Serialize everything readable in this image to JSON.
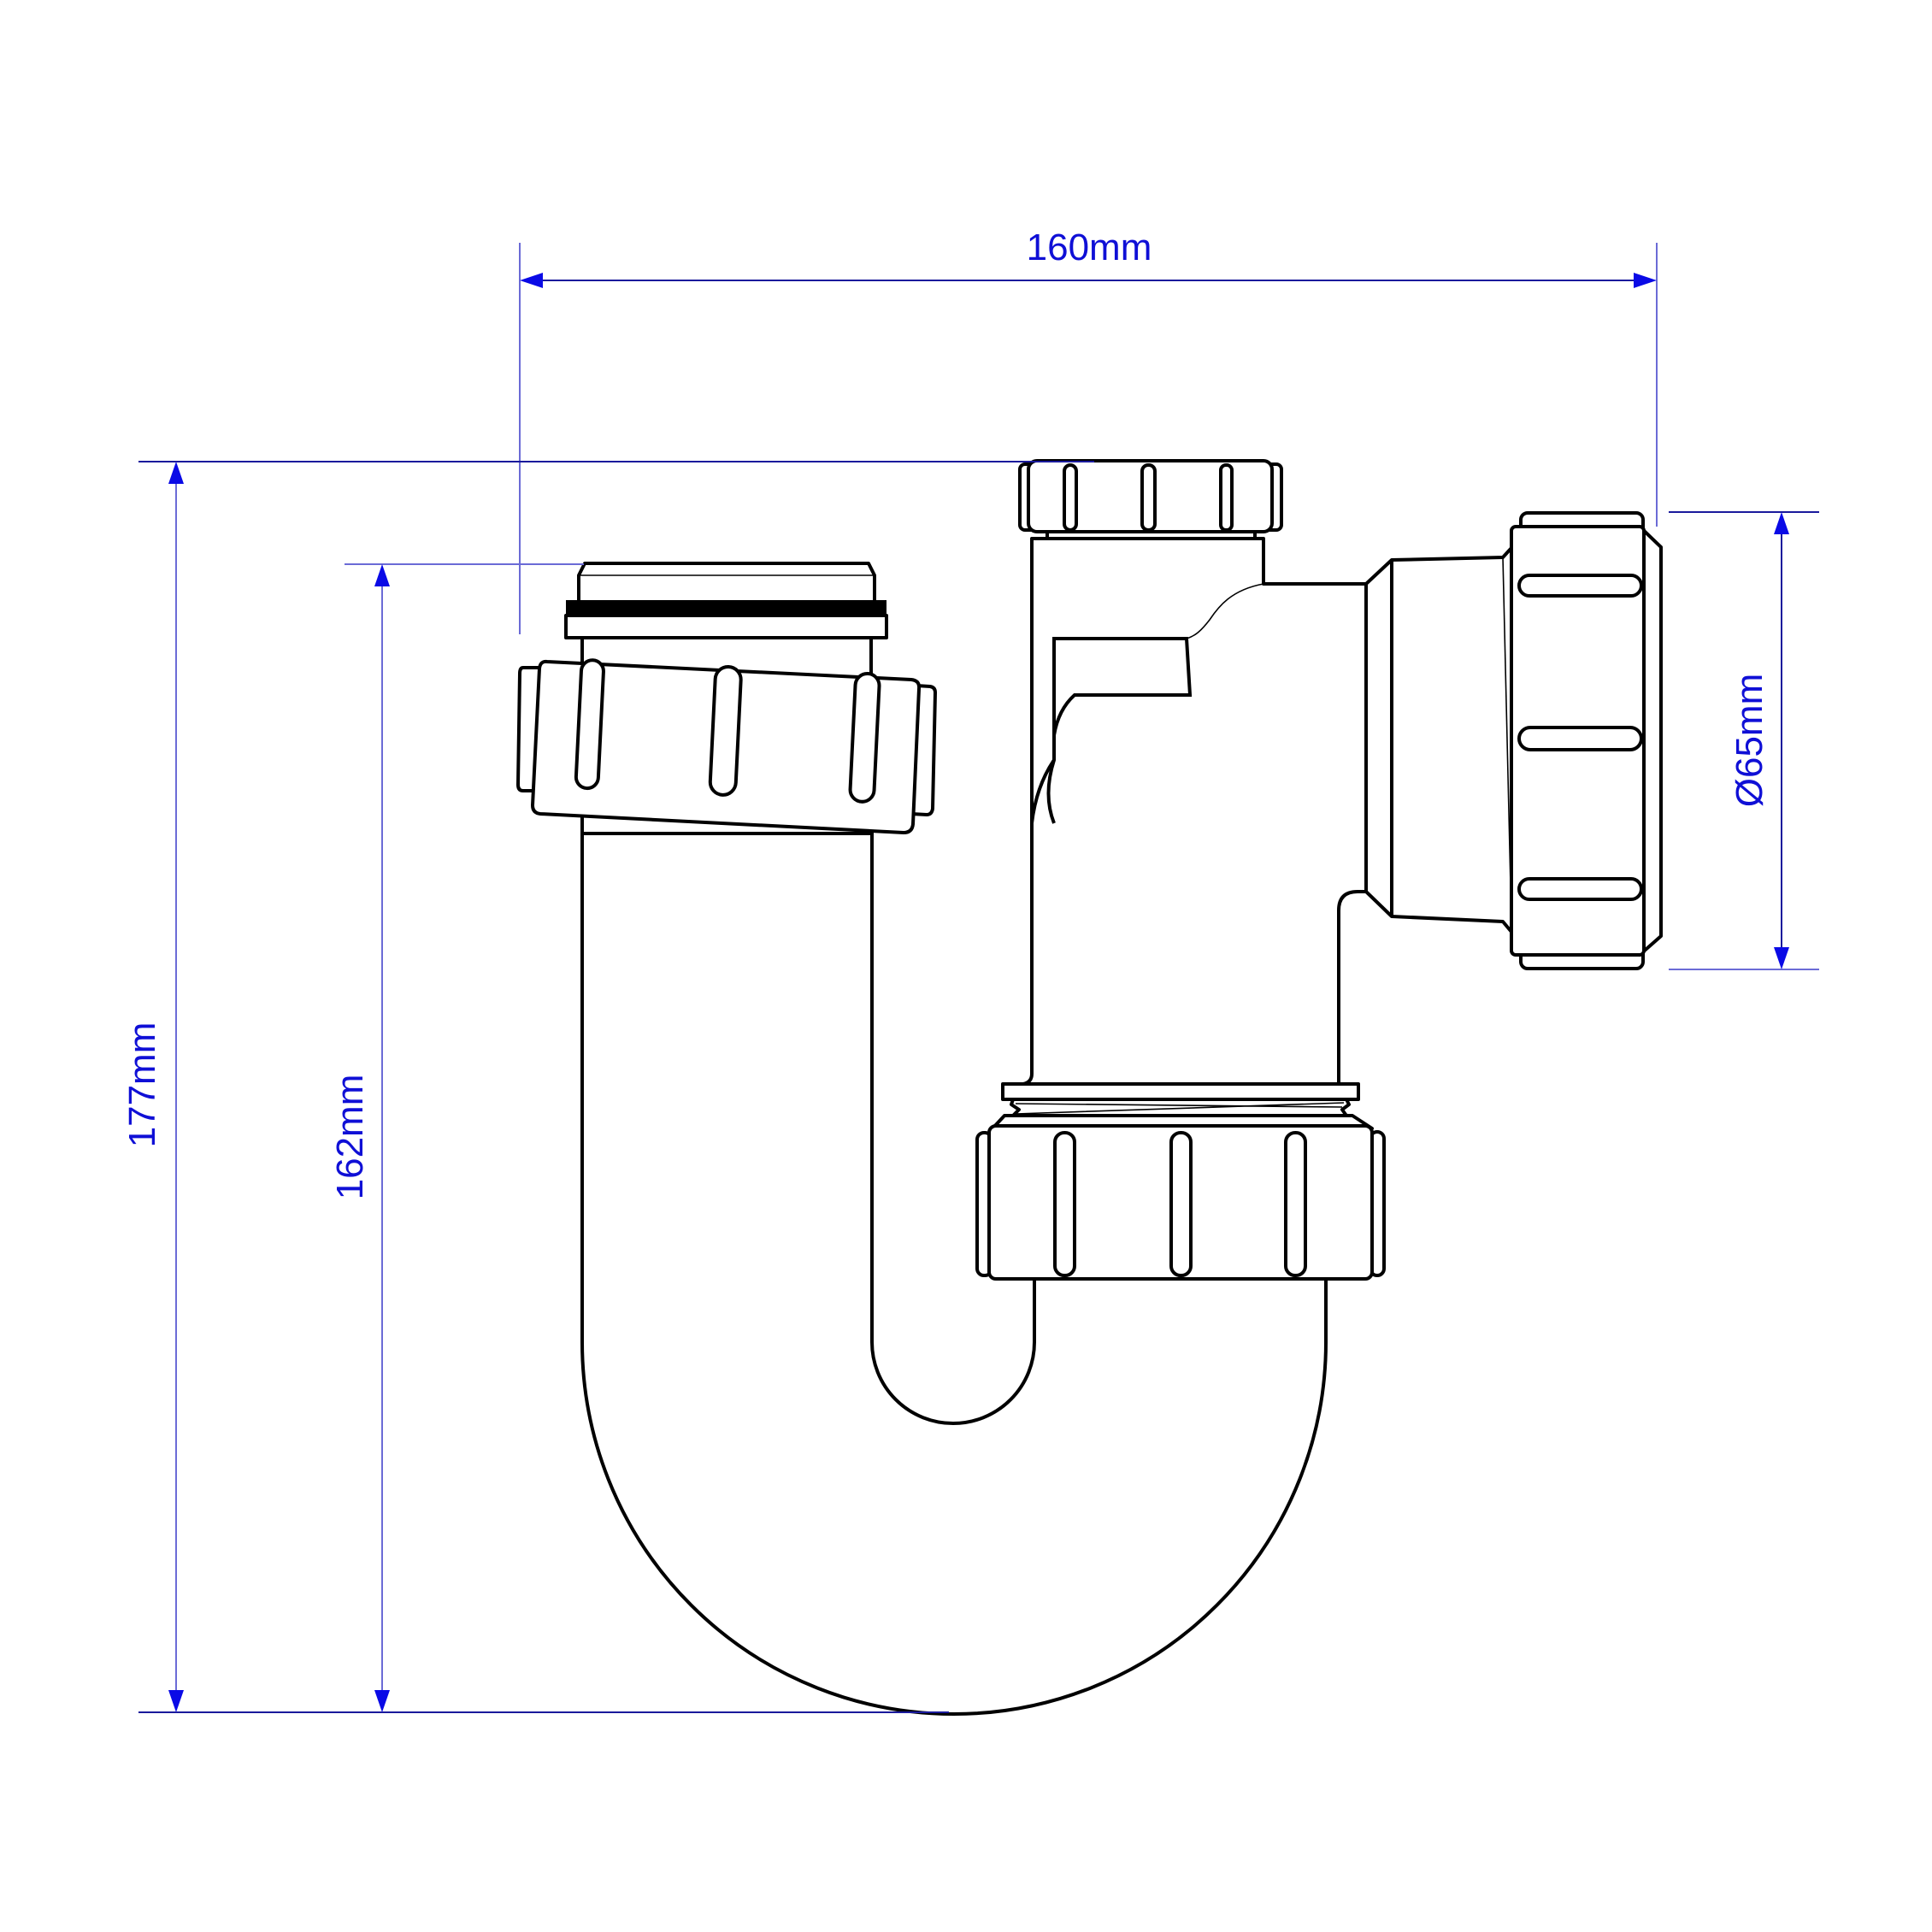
{
  "figure": {
    "title": "Tubular trap with side inlet – dimensioned drawing",
    "units": "mm",
    "line_color": "#000000",
    "dimension_color": "#0f0fd6"
  },
  "dimensions": {
    "overall_width": {
      "label": "160mm",
      "value": 160,
      "orientation": "horizontal"
    },
    "overall_height": {
      "label": "177mm",
      "value": 177,
      "orientation": "vertical"
    },
    "inlet_height": {
      "label": "162mm",
      "value": 162,
      "orientation": "vertical"
    },
    "side_nut_diameter": {
      "label": "Ø65mm",
      "value": 65,
      "orientation": "vertical"
    }
  },
  "components": [
    {
      "name": "inlet-pipe-with-seal-ring"
    },
    {
      "name": "inlet-compression-nut"
    },
    {
      "name": "top-cap-nut"
    },
    {
      "name": "trap-body"
    },
    {
      "name": "side-branch-outlet"
    },
    {
      "name": "side-compression-nut"
    },
    {
      "name": "lower-union-nut"
    },
    {
      "name": "j-bend"
    }
  ]
}
